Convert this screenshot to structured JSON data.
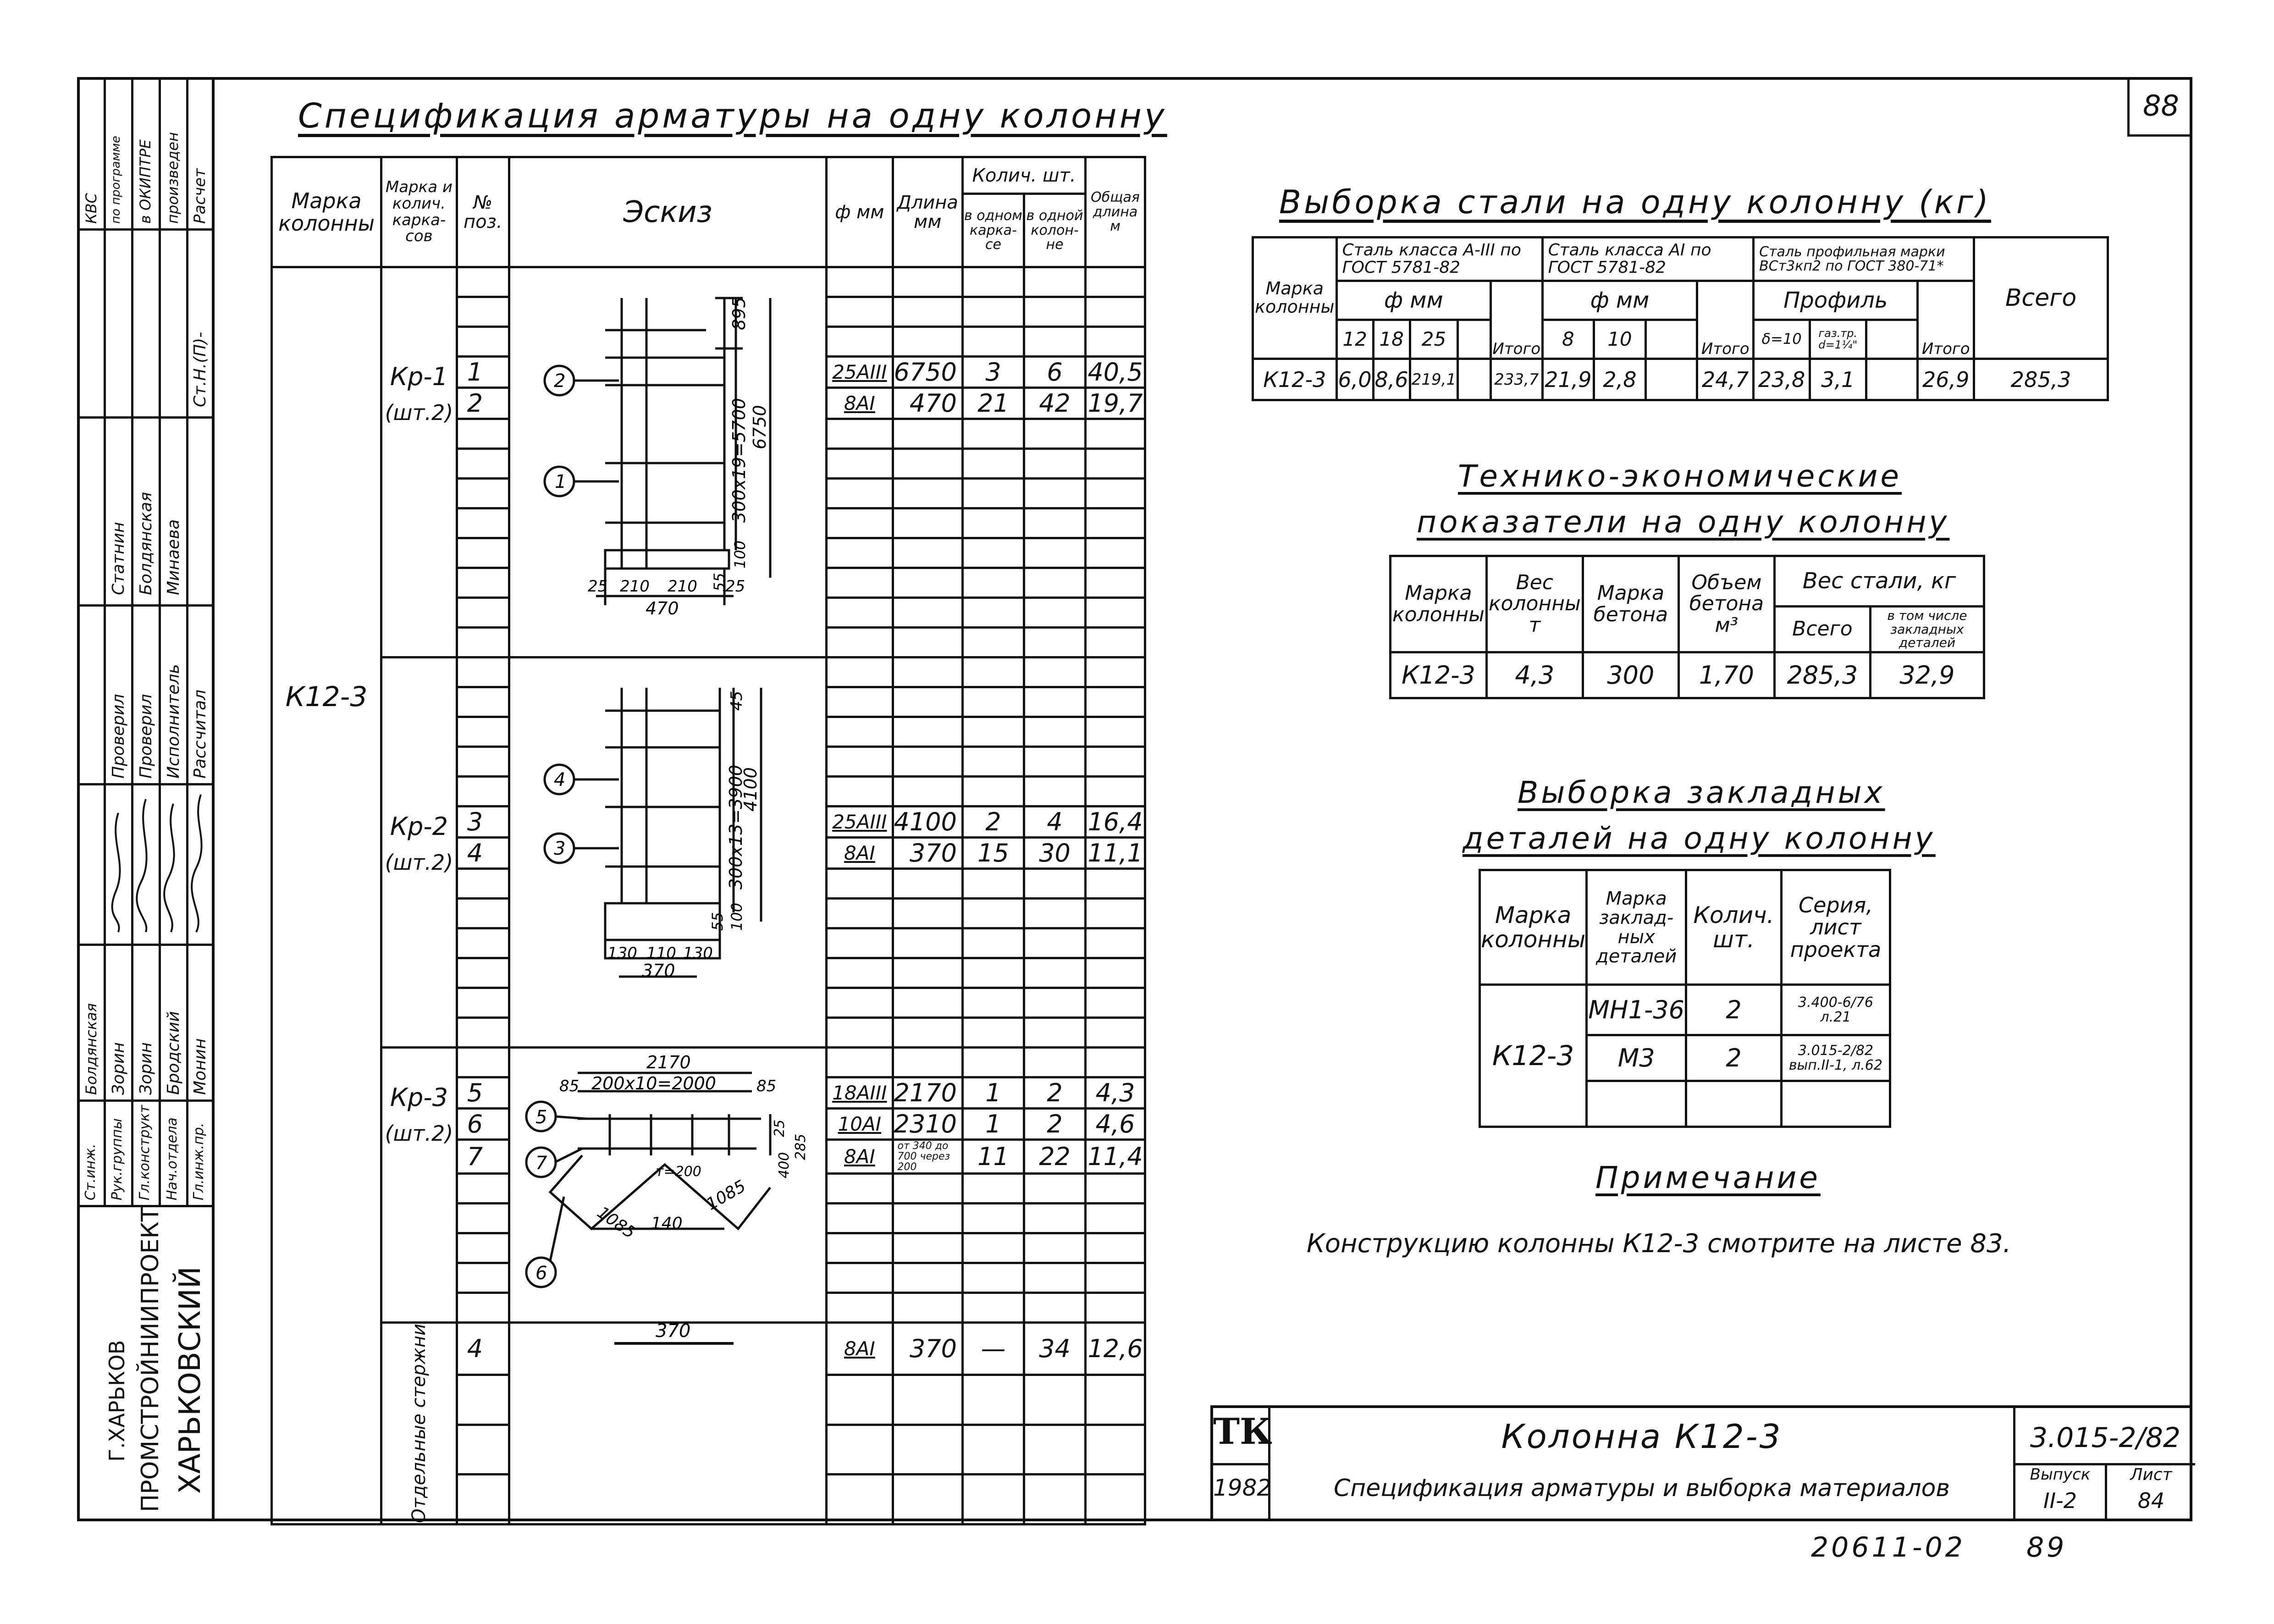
{
  "sheet_number": "88",
  "left_stamp": {
    "calc_note": [
      "Расчет",
      "произведен",
      "в ОКИПТРЕ",
      "по программе",
      "КВС"
    ],
    "org": [
      "ХАРЬКОВСКИЙ",
      "ПРОМСТРОЙНИИПРОЕКТ",
      "Г.ХАРЬКОВ"
    ],
    "roles": [
      "Гл.инж.пр.",
      "Нач.отдела",
      "Гл.конструкт",
      "Рук.группы",
      "Ст.инж."
    ],
    "names1": [
      "Монин",
      "Бродский",
      "Зорин",
      "Зорин",
      "Болдянская"
    ],
    "roles2": [
      "Рассчитал",
      "Исполнитель",
      "Проверил",
      "Проверил"
    ],
    "names2": [
      "Минаева",
      "Болдянская",
      "Статнин"
    ],
    "contract": "Ст.Н.(П)-"
  },
  "spec": {
    "title": "Спецификация арматуры на одну колонну",
    "headers": {
      "col_mark": "Марка колонны",
      "cage_mark": "Марка и колич. карка-сов",
      "pos": "№ поз.",
      "sketch": "Эскиз",
      "dia": "ф мм",
      "length": "Длина мм",
      "qty_group": "Колич. шт.",
      "qty_cage": "в одном карка-се",
      "qty_col": "в одной колон-не",
      "total": "Общая длина м"
    },
    "column_mark": "К12-3",
    "groups": [
      {
        "cage": "Кр-1",
        "count": "(шт.2)",
        "rows": [
          {
            "pos": "1",
            "dia": "25АIII",
            "len": "6750",
            "q1": "3",
            "q2": "6",
            "tot": "40,5"
          },
          {
            "pos": "2",
            "dia": "8АI",
            "len": "470",
            "q1": "21",
            "q2": "42",
            "tot": "19,7"
          }
        ]
      },
      {
        "cage": "Кр-2",
        "count": "(шт.2)",
        "rows": [
          {
            "pos": "3",
            "dia": "25АIII",
            "len": "4100",
            "q1": "2",
            "q2": "4",
            "tot": "16,4"
          },
          {
            "pos": "4",
            "dia": "8АI",
            "len": "370",
            "q1": "15",
            "q2": "30",
            "tot": "11,1"
          }
        ]
      },
      {
        "cage": "Кр-3",
        "count": "(шт.2)",
        "rows": [
          {
            "pos": "5",
            "dia": "18АIII",
            "len": "2170",
            "q1": "1",
            "q2": "2",
            "tot": "4,3"
          },
          {
            "pos": "6",
            "dia": "10АI",
            "len": "2310",
            "q1": "1",
            "q2": "2",
            "tot": "4,6"
          },
          {
            "pos": "7",
            "dia": "8АI",
            "len": "от 340 до 700 через 200",
            "q1": "11",
            "q2": "22",
            "tot": "11,4"
          }
        ]
      },
      {
        "cage": "Отдельные стержни",
        "count": "",
        "rows": [
          {
            "pos": "4",
            "dia": "8АI",
            "len": "370",
            "q1": "—",
            "q2": "34",
            "tot": "12,6"
          }
        ]
      }
    ],
    "sketch1": {
      "dims": [
        "895",
        "300x19=5700",
        "6750",
        "100",
        "55",
        "25",
        "210",
        "210",
        "25",
        "470"
      ],
      "bubbles": [
        "2",
        "1"
      ]
    },
    "sketch2": {
      "dims": [
        "45",
        "300x13=3900",
        "4100",
        "100",
        "55",
        "130",
        "110",
        "130",
        "370"
      ],
      "bubbles": [
        "4",
        "3"
      ]
    },
    "sketch3": {
      "dims": [
        "2170",
        "85",
        "200x10=2000",
        "85",
        "25",
        "т=200",
        "1085",
        "140",
        "1085",
        "400",
        "285"
      ],
      "bubbles": [
        "5",
        "7",
        "6"
      ]
    },
    "sketch4": {
      "dims": [
        "370"
      ]
    }
  },
  "steel": {
    "title": "Выборка стали на одну колонну (кг)",
    "headers": {
      "mark": "Марка колонны",
      "a3": "Сталь класса А-III по ГОСТ 5781-82",
      "a1": "Сталь класса АI по ГОСТ 5781-82",
      "prof": "Сталь профильная марки ВСт3кп2 по ГОСТ 380-71*",
      "dia": "ф мм",
      "profile": "Профиль",
      "d12": "12",
      "d18": "18",
      "d25": "25",
      "itogo": "Итого",
      "d8": "8",
      "d10": "10",
      "p1": "δ=10",
      "p2": "газ.тр. d=1¼\"",
      "total": "Всего"
    },
    "row": [
      "К12-3",
      "6,0",
      "8,6",
      "219,1",
      "",
      "233,7",
      "21,9",
      "2,8",
      "",
      "24,7",
      "23,8",
      "3,1",
      "",
      "26,9",
      "285,3"
    ]
  },
  "tep": {
    "title1": "Технико-экономические",
    "title2": "показатели на одну колонну",
    "headers": [
      "Марка колонны",
      "Вес колонны т",
      "Марка бетона",
      "Объем бетона м³",
      "Вес стали, кг",
      "Всего",
      "в том числе закладных деталей"
    ],
    "row": [
      "К12-3",
      "4,3",
      "300",
      "1,70",
      "285,3",
      "32,9"
    ]
  },
  "embed": {
    "title1": "Выборка закладных",
    "title2": "деталей на одну колонну",
    "headers": [
      "Марка колонны",
      "Марка заклад-ных деталей",
      "Колич. шт.",
      "Серия, лист проекта"
    ],
    "mark": "К12-3",
    "rows": [
      {
        "m": "МН1-36",
        "q": "2",
        "s": "3.400-6/76 л.21"
      },
      {
        "m": "М3",
        "q": "2",
        "s": "3.015-2/82 вып.II-1, л.62"
      }
    ]
  },
  "note": {
    "title": "Примечание",
    "text": "Конструкцию колонны К12-3 смотрите на листе 83."
  },
  "title_block": {
    "logo": "ТК",
    "year": "1982",
    "name": "Колонна К12-3",
    "desc": "Спецификация арматуры и выборка материалов",
    "code": "3.015-2/82",
    "issue_label": "Выпуск",
    "issue": "II-2",
    "sheet_label": "Лист",
    "sheet": "84"
  },
  "archive_no": "20611-02",
  "archive_page": "89"
}
